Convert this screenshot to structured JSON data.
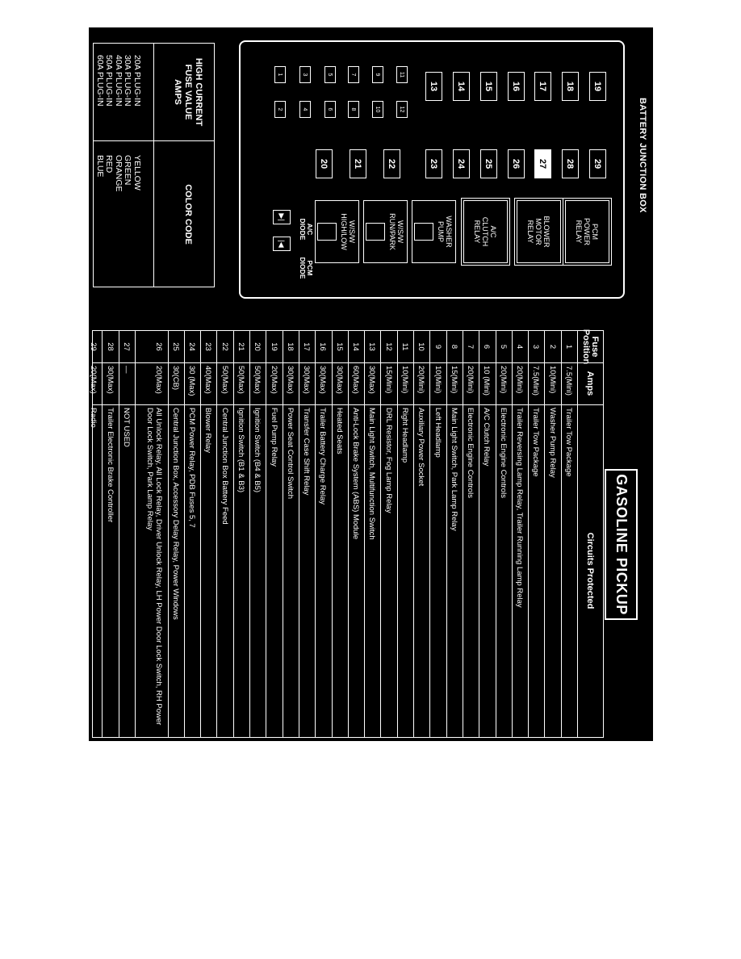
{
  "junction_box": {
    "title": "BATTERY JUNCTION BOX",
    "small_fuses": [
      "1",
      "2",
      "3",
      "4",
      "5",
      "6",
      "7",
      "8",
      "9",
      "10",
      "11",
      "12"
    ],
    "large_fuses_top": [
      "19",
      "18",
      "17",
      "16",
      "15",
      "14",
      "13"
    ],
    "large_fuses_bottom": [
      "29",
      "28",
      "27",
      "26",
      "25",
      "24",
      "23",
      "22",
      "21",
      "20"
    ],
    "highlighted_fuse": "27",
    "relays": [
      {
        "label": "PCM\nPOWER\nRELAY"
      },
      {
        "label": "BLOWER\nMOTOR\nRELAY"
      },
      {
        "label": "A/C\nCLUTCH\nRELAY"
      },
      {
        "label": "WASHER\nPUMP"
      },
      {
        "label": "W/S/W\nRUN/PARK"
      },
      {
        "label": "W/S/W\nHIGH/LOW"
      }
    ],
    "diodes": {
      "ac_label": "A/C\nDIODE",
      "pcm_label": "PCM\nDIODE",
      "ac_symbol": "▶|",
      "pcm_symbol": "|◀"
    }
  },
  "legend": {
    "left_heading": "HIGH CURRENT\nFUSE VALUE\nAMPS",
    "right_heading": "COLOR CODE",
    "values": [
      "20A PLUG-IN",
      "30A PLUG-IN",
      "40A PLUG-IN",
      "50A PLUG-IN",
      "60A PLUG-IN"
    ],
    "colors": [
      "YELLOW",
      "GREEN",
      "ORANGE",
      "RED",
      "BLUE"
    ]
  },
  "table_title": "GASOLINE PICKUP",
  "fuse_table": {
    "headers": {
      "position": "Fuse\nPosition",
      "amps": "Amps",
      "circuits": "Circuits Protected"
    },
    "rows": [
      {
        "pos": "1",
        "amps": "7.5(Mini)",
        "circuit": "Trailer Tow Package"
      },
      {
        "pos": "2",
        "amps": "10(Mini)",
        "circuit": "Washer Pump Relay"
      },
      {
        "pos": "3",
        "amps": "7.5(Mini)",
        "circuit": "Trailer Tow Package"
      },
      {
        "pos": "4",
        "amps": "20(Mini)",
        "circuit": "Trailer Reversing Lamp Relay, Trailer Running Lamp Relay"
      },
      {
        "pos": "5",
        "amps": "20(Mini)",
        "circuit": "Electronic Engine Controls"
      },
      {
        "pos": "6",
        "amps": "10 (Mini)",
        "circuit": "A/C Clutch Relay"
      },
      {
        "pos": "7",
        "amps": "20(Mini)",
        "circuit": "Electronic Engine Controls"
      },
      {
        "pos": "8",
        "amps": "15(Mini)",
        "circuit": "Main Light Switch, Park Lamp Relay"
      },
      {
        "pos": "9",
        "amps": "10(Mini)",
        "circuit": "Left Headlamp"
      },
      {
        "pos": "10",
        "amps": "20(Mini)",
        "circuit": "Auxiliary Power Socket"
      },
      {
        "pos": "11",
        "amps": "10(Mini)",
        "circuit": "Right Headlamp"
      },
      {
        "pos": "12",
        "amps": "15(Mini)",
        "circuit": "DRL Resistor, Fog Lamp Relay"
      },
      {
        "pos": "13",
        "amps": "30(Max)",
        "circuit": "Main Light Switch, Multifunction Switch"
      },
      {
        "pos": "14",
        "amps": "60(Max)",
        "circuit": "Anti-Lock Brake System (ABS) Module"
      },
      {
        "pos": "15",
        "amps": "30(Max)",
        "circuit": "Heated Seats"
      },
      {
        "pos": "16",
        "amps": "30(Max)",
        "circuit": "Trailer Battery Charge Relay"
      },
      {
        "pos": "17",
        "amps": "30(Max)",
        "circuit": "Transfer Case Shift Relay"
      },
      {
        "pos": "18",
        "amps": "30(Max)",
        "circuit": "Power Seat Control Switch"
      },
      {
        "pos": "19",
        "amps": "20(Max)",
        "circuit": "Fuel Pump Relay"
      },
      {
        "pos": "20",
        "amps": "50(Max)",
        "circuit": "Ignition Switch (B4 & B5)"
      },
      {
        "pos": "21",
        "amps": "50(Max)",
        "circuit": "Ignition Switch (B1 & B3)"
      },
      {
        "pos": "22",
        "amps": "50(Max)",
        "circuit": "Central Junction Box Battery Feed"
      },
      {
        "pos": "23",
        "amps": "40(Max)",
        "circuit": "Blower Relay"
      },
      {
        "pos": "24",
        "amps": "30 (Max)",
        "circuit": "PCM Power Relay, PDB Fuses 5, 7"
      },
      {
        "pos": "25",
        "amps": "30(CB)",
        "circuit": "Central Junction Box, Accessory Delay Relay, Power Windows"
      },
      {
        "pos": "26",
        "amps": "20(Max)",
        "circuit": "All Unlock Relay, All Lock Relay, Driver Unlock Relay, LH Power Door Lock Switch, RH Power Door Lock Switch, Park Lamp Relay"
      },
      {
        "pos": "27",
        "amps": "—",
        "circuit": "NOT USED"
      },
      {
        "pos": "28",
        "amps": "30(Max)",
        "circuit": "Trailer Electronic Brake Controller"
      },
      {
        "pos": "29",
        "amps": "20(Max)",
        "circuit": "Radio"
      }
    ]
  },
  "colors": {
    "background": "#000000",
    "foreground": "#ffffff",
    "page": "#ffffff"
  }
}
